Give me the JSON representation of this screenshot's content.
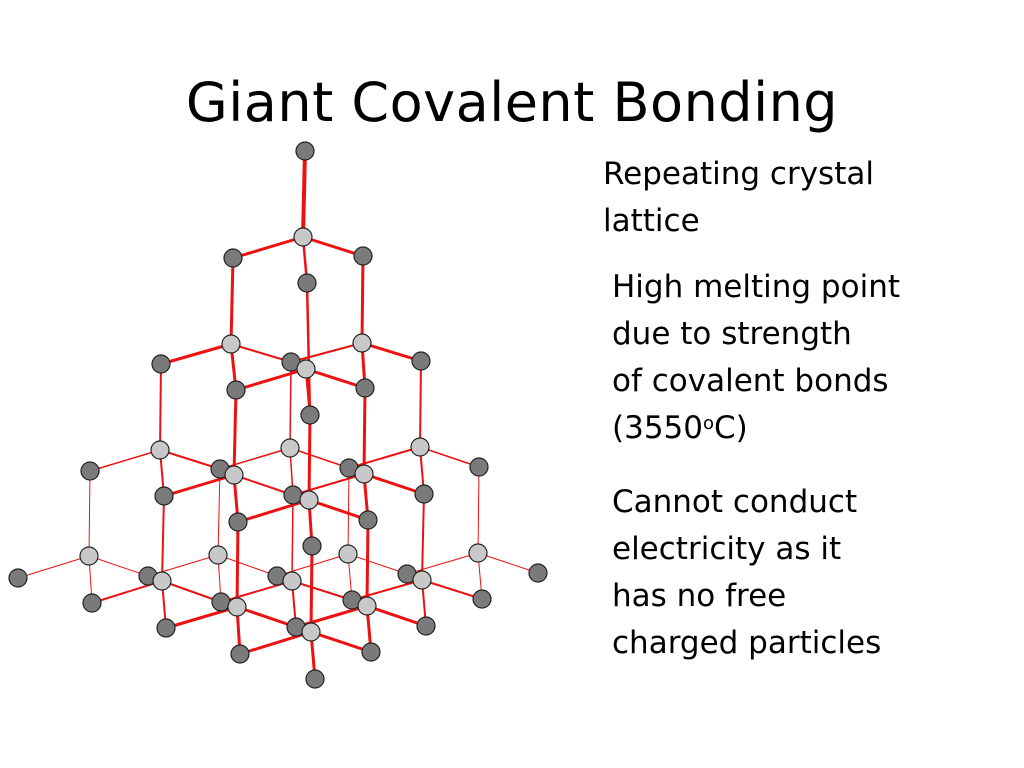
{
  "slide": {
    "title": "Giant Covalent Bonding"
  },
  "points": [
    {
      "lines": [
        "Repeating crystal",
        "lattice"
      ]
    },
    {
      "lines": [
        "High melting point",
        "due to strength",
        "of covalent bonds"
      ],
      "temp_prefix": "(3550",
      "temp_degree": "o",
      "temp_suffix": "C)"
    },
    {
      "lines": [
        "Cannot conduct",
        "electricity as it",
        "has no free",
        "charged particles"
      ]
    }
  ],
  "colors": {
    "bond": "#ee1111",
    "atom_light": "#c8c8c8",
    "atom_dark": "#7a7a7a"
  }
}
